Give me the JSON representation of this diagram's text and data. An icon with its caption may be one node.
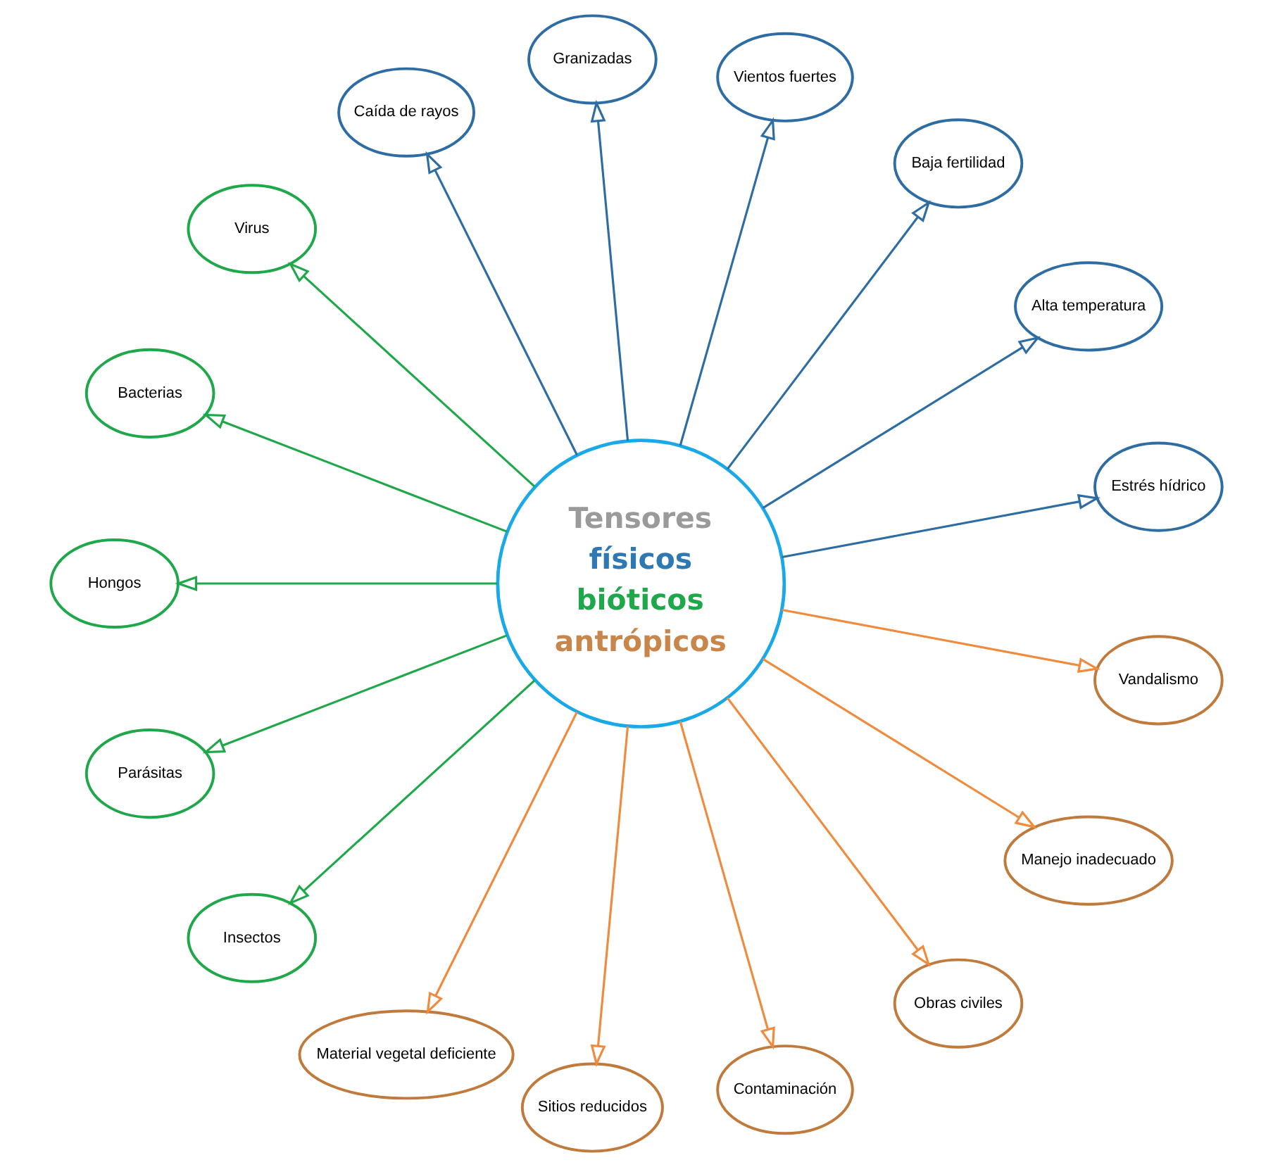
{
  "diagram": {
    "nodes": [
      {
        "text": [
          "Tensores",
          "físicos",
          "bióticos",
          "antrópicos"
        ]
      },
      {
        "text": [
          "Estrés hídrico"
        ]
      },
      {
        "text": [
          "Alta temperatura"
        ]
      },
      {
        "text": [
          "Baja fertilidad"
        ]
      },
      {
        "text": [
          "Vientos fuertes"
        ]
      },
      {
        "text": [
          "Granizadas"
        ]
      },
      {
        "text": [
          "Caída de rayos"
        ]
      },
      {
        "text": [
          "Virus"
        ]
      },
      {
        "text": [
          "Bacterias"
        ]
      },
      {
        "text": [
          "Hongos"
        ]
      },
      {
        "text": [
          "Parásitas"
        ]
      },
      {
        "text": [
          "Insectos"
        ]
      },
      {
        "text": [
          "Material vegetal deficiente"
        ]
      },
      {
        "text": [
          "Sitios reducidos"
        ]
      },
      {
        "text": [
          "Contaminación"
        ]
      },
      {
        "text": [
          "Obras civiles"
        ]
      },
      {
        "text": [
          "Manejo inadecuado"
        ]
      },
      {
        "text": [
          "Vandalismo"
        ]
      }
    ],
    "edges": [
      {
        "from": 0,
        "to": 1,
        "arrow": "to",
        "color": "#2e6da4"
      },
      {
        "from": 0,
        "to": 2,
        "arrow": "to",
        "color": "#2e6da4"
      },
      {
        "from": 0,
        "to": 3,
        "arrow": "to",
        "color": "#2e6da4"
      },
      {
        "from": 0,
        "to": 4,
        "arrow": "to",
        "color": "#2e6da4"
      },
      {
        "from": 0,
        "to": 5,
        "arrow": "to",
        "color": "#2e6da4"
      },
      {
        "from": 0,
        "to": 6,
        "arrow": "to",
        "color": "#2e6da4"
      },
      {
        "from": 0,
        "to": 7,
        "arrow": "to",
        "color": "#1fa84a"
      },
      {
        "from": 0,
        "to": 8,
        "arrow": "to",
        "color": "#1fa84a"
      },
      {
        "from": 0,
        "to": 9,
        "arrow": "to",
        "color": "#1fa84a"
      },
      {
        "from": 0,
        "to": 10,
        "arrow": "to",
        "color": "#1fa84a"
      },
      {
        "from": 0,
        "to": 11,
        "arrow": "to",
        "color": "#1fa84a"
      },
      {
        "from": 0,
        "to": 12,
        "arrow": "to",
        "color": "#f08a3c"
      },
      {
        "from": 0,
        "to": 13,
        "arrow": "to",
        "color": "#f08a3c"
      },
      {
        "from": 0,
        "to": 14,
        "arrow": "to",
        "color": "#f08a3c"
      },
      {
        "from": 0,
        "to": 15,
        "arrow": "to",
        "color": "#f08a3c"
      },
      {
        "from": 0,
        "to": 16,
        "arrow": "to",
        "color": "#f08a3c"
      },
      {
        "from": 0,
        "to": 17,
        "arrow": "to",
        "color": "#f08a3c"
      }
    ]
  }
}
